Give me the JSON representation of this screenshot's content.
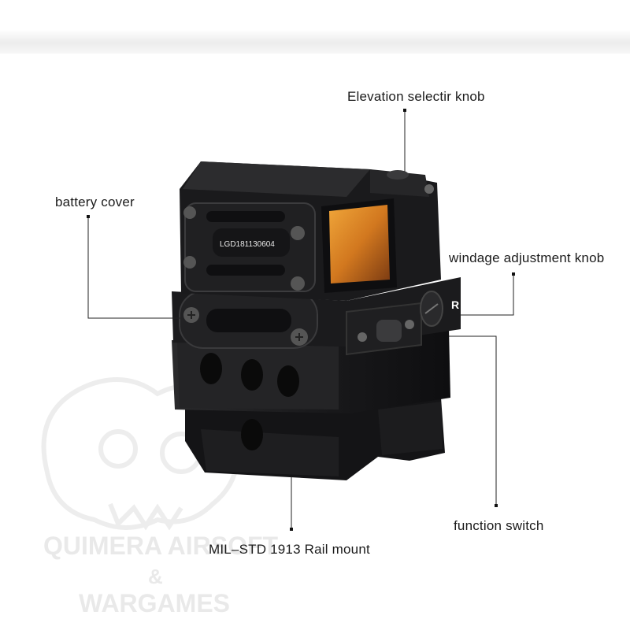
{
  "callouts": {
    "elevation": "Elevation selectir knob",
    "battery": "battery cover",
    "windage": "windage adjustment knob",
    "function": "function switch",
    "rail": "MIL–STD 1913 Rail mount"
  },
  "device": {
    "serial": "LGD181130604",
    "side_marking": "R"
  },
  "watermark": {
    "line1": "QUIMERA AIRSOFT",
    "line2": "&",
    "line3": "WARGAMES"
  }
}
